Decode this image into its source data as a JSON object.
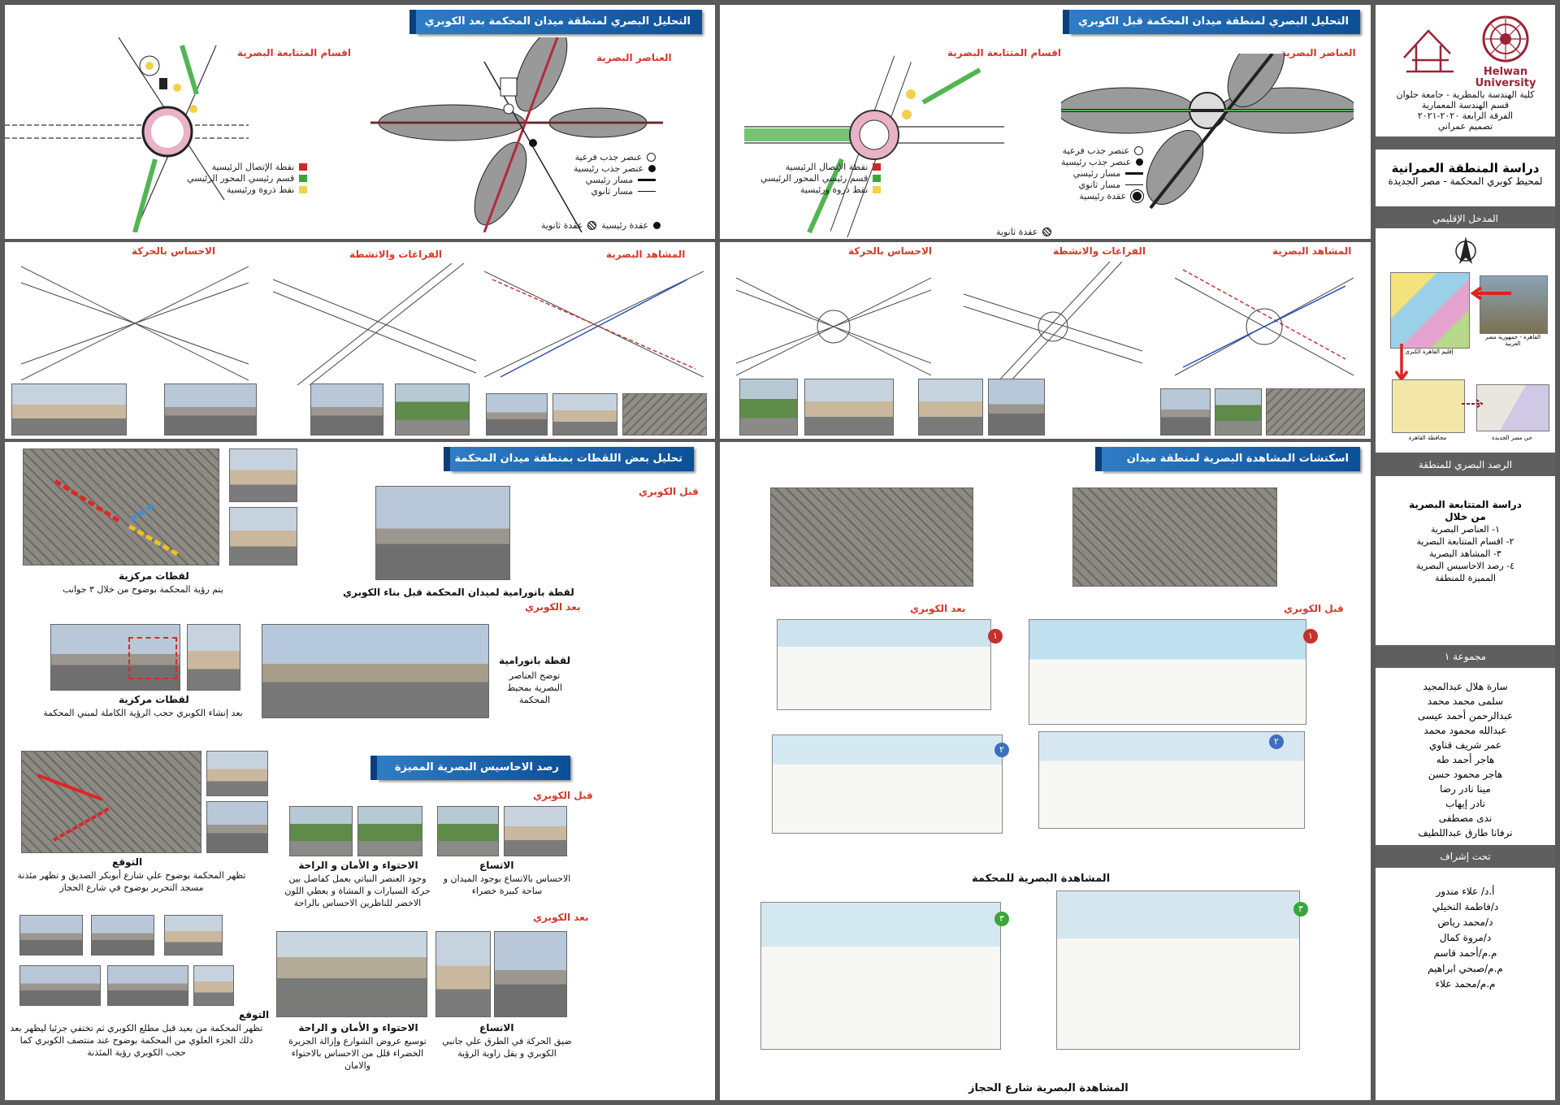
{
  "sidebar": {
    "university": "Helwan University",
    "faculty_lines": [
      "كلية الهندسة بالمطرية - جامعة حلوان",
      "قسم الهندسة المعمارية",
      "الفرقة الرابعة ٢٠٢٠-٢٠٢١",
      "تصميم عمراني"
    ],
    "study_title": "دراسة المنطقة العمرانية",
    "study_subtitle": "لمحيط كوبري المحكمة - مصر الجديدة",
    "regional_header": "المدخل الإقليمي",
    "map_labels": [
      "إقليم القاهرة الكبرى",
      "القاهرة - جمهورية مصر العربية",
      "محافظة القاهرة",
      "حي مصر الجديدة"
    ],
    "visual_header": "الرصد البصري للمنطقة",
    "visual_items": [
      "دراسة المتتابعة البصرية",
      "من خلال",
      "١- العناصر البصرية",
      "٢- اقسام المتتابعة البصرية",
      "٣- المشاهد البصرية",
      "٤- رصد الاحاسيس البصرية",
      "المميزة للمنطقة"
    ],
    "group_header": "مجموعة ١",
    "members": [
      "سارة هلال عبدالمجيد",
      "سلمى محمد محمد",
      "عبدالرحمن أحمد عيسى",
      "عبدالله محمود محمد",
      "عمر شريف قناوي",
      "هاجر أحمد طه",
      "هاجر محمود حسن",
      "مينا نادر رضا",
      "نادر إيهاب",
      "ندى مصطفى",
      "نرفانا طارق عبداللطيف"
    ],
    "supervision_header": "تحت إشراف",
    "supervisors": [
      "أ.د/ علاء مندور",
      "د/فاطمة النخيلي",
      "د/محمد رياض",
      "د/مروة كمال",
      "م.م/أحمد قاسم",
      "م.م/صبحي ابراهيم",
      "م.م/محمد علاء"
    ]
  },
  "top_right": {
    "banner": "التحليل البصري لمنطقة ميدان المحكمة قبل الكوبري",
    "elements_title": "العناصر البصرية",
    "sections_title": "اقسام المتتابعة البصرية",
    "legend_left": [
      "عنصر جذب فرعية",
      "عنصر جذب رئيسية",
      "مسار رئيسي",
      "مسار ثانوي",
      "عقدة رئيسية",
      "عقدة ثانوية"
    ],
    "legend_right": [
      "نقطة الإتصال الرئيسية",
      "قسم رئيسي المحور الرئيسي",
      "نقط ذروة ورئيسية"
    ],
    "sketch_labels": [
      "المشاهد البصرية",
      "الفراغات والانشطة",
      "الاحساس بالحركة"
    ]
  },
  "top_left": {
    "banner": "التحليل البصري لمنطقة ميدان المحكمة بعد الكوبري",
    "elements_title": "العناصر البصرية",
    "sections_title": "اقسام المتتابعة البصرية",
    "legend_left": [
      "عنصر جذب فرعية",
      "عنصر جذب رئيسية",
      "مسار رئيسي",
      "مسار ثانوي",
      "عقدة رئيسية",
      "عقدة ثانوية"
    ],
    "legend_right": [
      "نقطة الإتصال الرئيسية",
      "قسم رئيسي المحور الرئيسي",
      "نقط ذروة ورئيسية"
    ],
    "sketch_labels": [
      "المشاهد البصرية",
      "الفراغات والانشطة",
      "الاحساس بالحركة"
    ]
  },
  "shots": {
    "banner": "تحليل بعض اللقطات بمنطقة ميدان المحكمة",
    "before_label": "قبل الكوبري",
    "pano_before_caption": "لقطة بانورامية لميدان المحكمة قبل بناء الكوبري",
    "after_label": "بعد الكوبري",
    "central_title_1": "لقطات مركزية",
    "central_caption_1": "يتم رؤية المحكمة بوضوح من خلال ٣ جوانب",
    "central_title_2": "لقطات مركزية",
    "central_caption_2": "بعد إنشاء الكوبري حجب الرؤية الكاملة لمبني المحكمة",
    "pano_after_title": "لقطة بانورامية",
    "pano_after_caption": "توضح العناصر البصرية بمحيط المحكمة"
  },
  "senses": {
    "banner": "رصد الاحاسيس البصرية المميزة للمنطقة",
    "before_label": "قبل الكوبري",
    "after_label": "بعد الكوبري",
    "exp1_title": "التوقع",
    "exp1_caption": "تظهر المحكمة بوضوح علي شارع أبوبكر الصديق و تظهر مئذنة مسجد التحرير بوضوح في شارع الحجاز",
    "exp2_title": "التوقع",
    "exp2_caption": "تظهر المحكمة من بعيد قبل مطلع الكوبري ثم تختفي جزئيا ليظهر بعد ذلك الجزء العلوي من المحكمة بوضوح عند منتصف الكوبري كما حجب الكوبري رؤية المئذنة",
    "cont1_title": "الاحتواء و الأمان و الراحة",
    "cont1_caption": "وجود العنصر النباتي بعمل كفاصل بين حركة السيارات و المشاة و يعطي اللون الاخضر للناظرين الاحساس بالراحة",
    "wide1_title": "الاتساع",
    "wide1_caption": "الاحساس بالاتساع بوجود الميدان و ساحة كبيرة خضراء",
    "cont2_title": "الاحتواء و الأمان و الراحة",
    "cont2_caption": "توسيع عروض الشوارع وإزالة الجزيرة الخضراء قلل من الاحساس بالاحتواء والامان",
    "wide2_title": "الاتساع",
    "wide2_caption": "ضيق الحركة في الطرق علي جانبي الكوبري و يقل زاوية الرؤية"
  },
  "sketches": {
    "banner": "اسكتشات المشاهدة البصرية لمنطقة ميدان المحكمة",
    "after_label": "بعد الكوبري",
    "before_label": "قبل الكوبري",
    "court_title": "المشاهدة البصرية للمحكمة",
    "hegaz_title": "المشاهدة البصرية شارع الحجاز",
    "badges": [
      "١",
      "١",
      "٢",
      "٢",
      "٣",
      "٣"
    ]
  },
  "colors": {
    "accent_red": "#d43a2c",
    "banner_blue": "#1f67b3",
    "legend_red": "#cc2a2a",
    "legend_green": "#3aa53a",
    "legend_yellow": "#f2d04a"
  }
}
